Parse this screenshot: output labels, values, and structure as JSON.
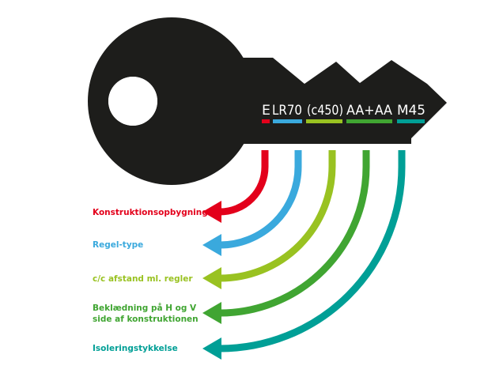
{
  "key_code": {
    "segments": [
      {
        "text": "E",
        "color": "#e3001b"
      },
      {
        "text": "LR70",
        "color": "#3aa9dd"
      },
      {
        "text": "(c450)",
        "color": "#99c221"
      },
      {
        "text": "AA+AA",
        "color": "#40a532"
      },
      {
        "text": "M45",
        "color": "#009f96"
      }
    ]
  },
  "legend": [
    {
      "lines": [
        "Konstruktionsopbygning"
      ],
      "color": "#e3001b"
    },
    {
      "lines": [
        "Regel-type"
      ],
      "color": "#3aa9dd"
    },
    {
      "lines": [
        "c/c afstand ml. regler"
      ],
      "color": "#99c221"
    },
    {
      "lines": [
        "Beklædning på H og V",
        "side af konstruktionen"
      ],
      "color": "#40a532"
    },
    {
      "lines": [
        "Isoleringstykkelse"
      ],
      "color": "#009f96"
    }
  ],
  "colors": {
    "key": "#1d1d1b",
    "background": "#ffffff"
  }
}
